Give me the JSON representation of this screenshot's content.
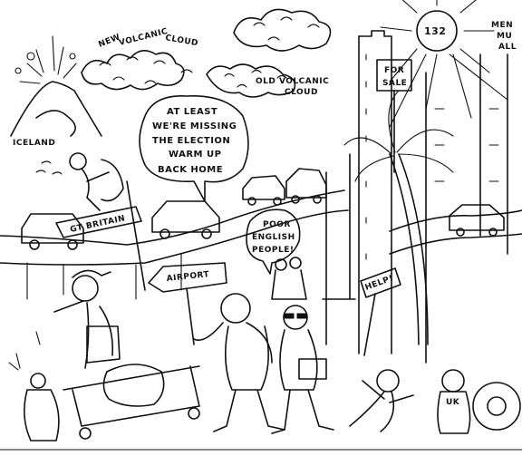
{
  "palette": {
    "ink": "#111111",
    "paper": "#ffffff"
  },
  "labels": {
    "new_volcanic_cloud": [
      "NEW",
      "VOLCANIC",
      "CLOUD"
    ],
    "old_volcanic_cloud": [
      "OLD VOLCANIC",
      "CLOUD"
    ],
    "iceland": "ICELAND",
    "for_sale": [
      "FOR",
      "SALE"
    ],
    "sun_temperature": "132",
    "corner_text": [
      "MEN",
      "MU",
      "ALL"
    ],
    "gt_britain": "GT BRITAIN",
    "airport": "AIRPORT",
    "help": "HELP!",
    "uk": "UK"
  },
  "speech": {
    "main_bubble": [
      "AT LEAST",
      "WE'RE MISSING",
      "THE ELECTION",
      "WARM UP",
      "BACK HOME"
    ],
    "poor_english": [
      "POOR",
      "ENGLISH",
      "PEOPLE!"
    ]
  },
  "icons": {
    "volcano": "volcano-icon",
    "sun": "sun-icon",
    "palm": "palm-tree-icon"
  }
}
